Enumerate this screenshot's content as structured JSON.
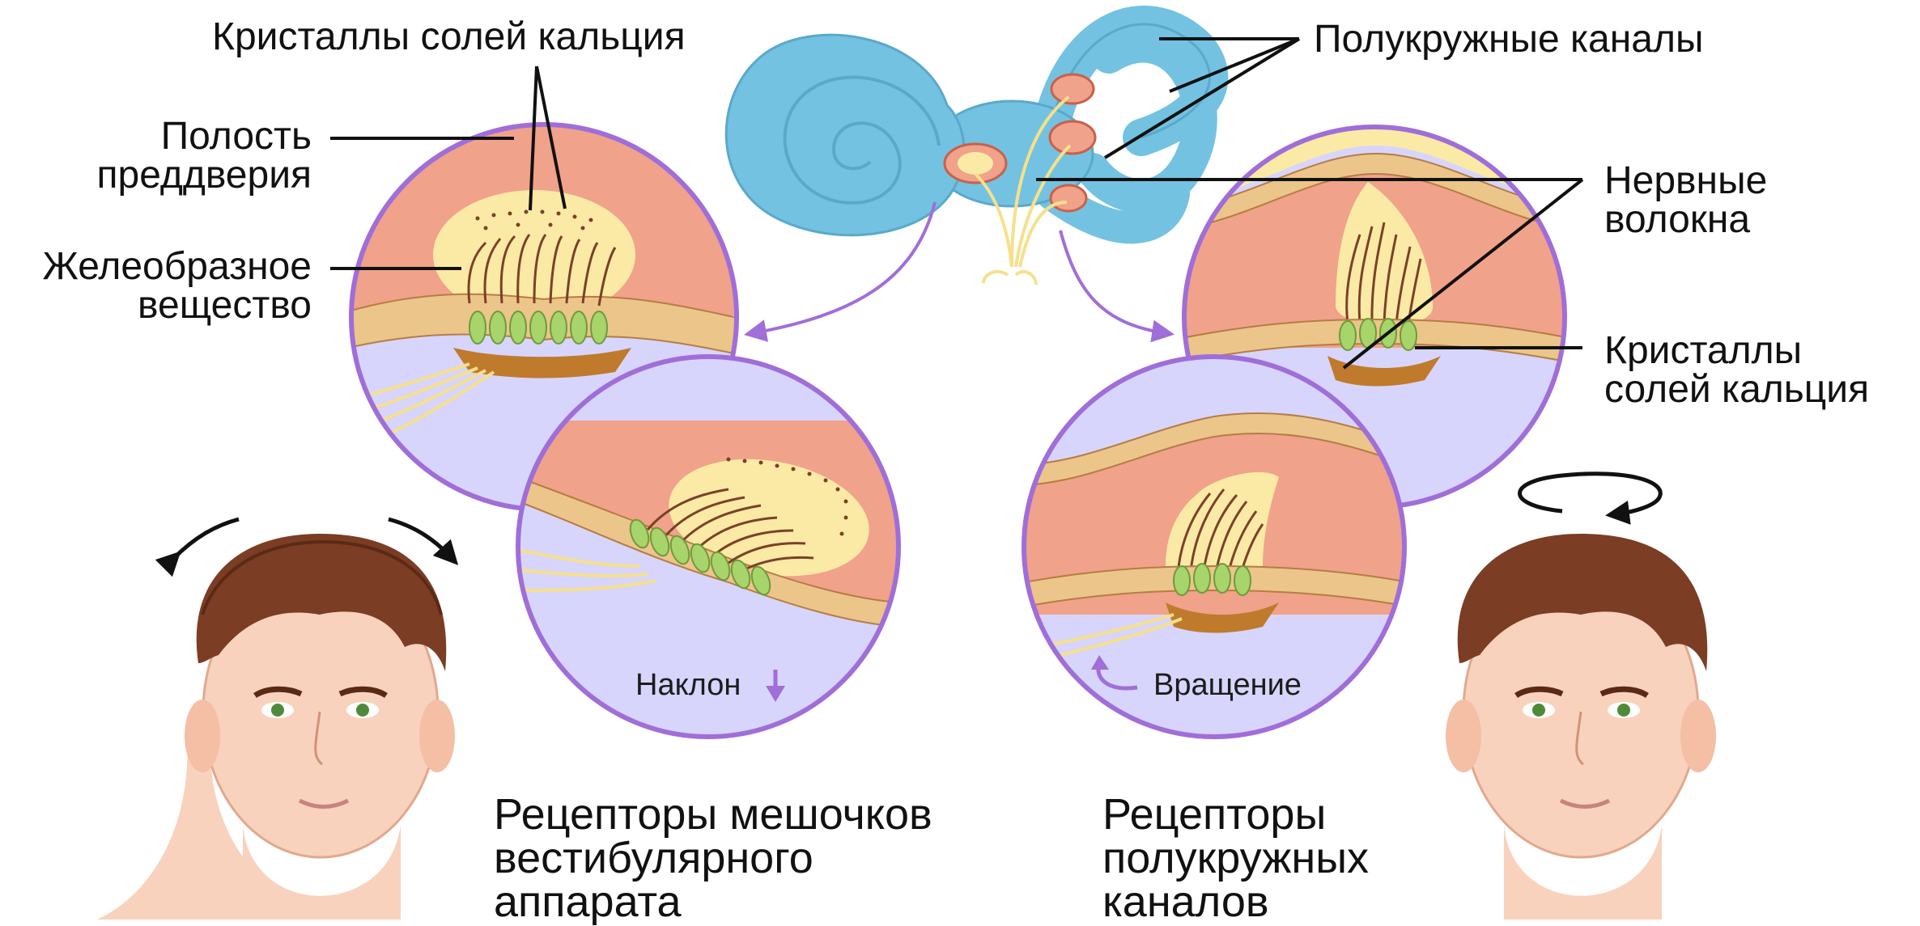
{
  "colors": {
    "background": "#ffffff",
    "labyrinth_blue": "#74c2e1",
    "circle_border": "#a06ed8",
    "cavity_salmon": "#f0a28a",
    "endolymph_lavender": "#d7d5fb",
    "gel_yellow": "#fbeaa5",
    "epithelium_tan": "#ecc58a",
    "receptor_green": "#a7d46b",
    "hair_brown": "#7a4128",
    "skin": "#f9d2bd"
  },
  "labels": {
    "crystals_top": "Кристаллы солей кальция",
    "vestibule_cavity": [
      "Полость",
      "преддверия"
    ],
    "gel_substance": [
      "Желеобразное",
      "вещество"
    ],
    "semicircular_canals": "Полукружные каналы",
    "nerve_fibers": [
      "Нервные",
      "волокна"
    ],
    "crystals_right": [
      "Кристаллы",
      "солей кальция"
    ],
    "tilt": "Наклон",
    "rotation": "Вращение",
    "saccule_receptors": [
      "Рецепторы мешочков",
      "вестибулярного",
      "аппарата"
    ],
    "canal_receptors": [
      "Рецепторы",
      "полукружных",
      "каналов"
    ]
  },
  "icons": {
    "tilt_arrow": "arrow-down-icon",
    "rotation_arrow": "curved-arrow-icon",
    "head_rotation": "circular-arrow-icon",
    "head_tilt": "curved-double-arrow-icon"
  }
}
